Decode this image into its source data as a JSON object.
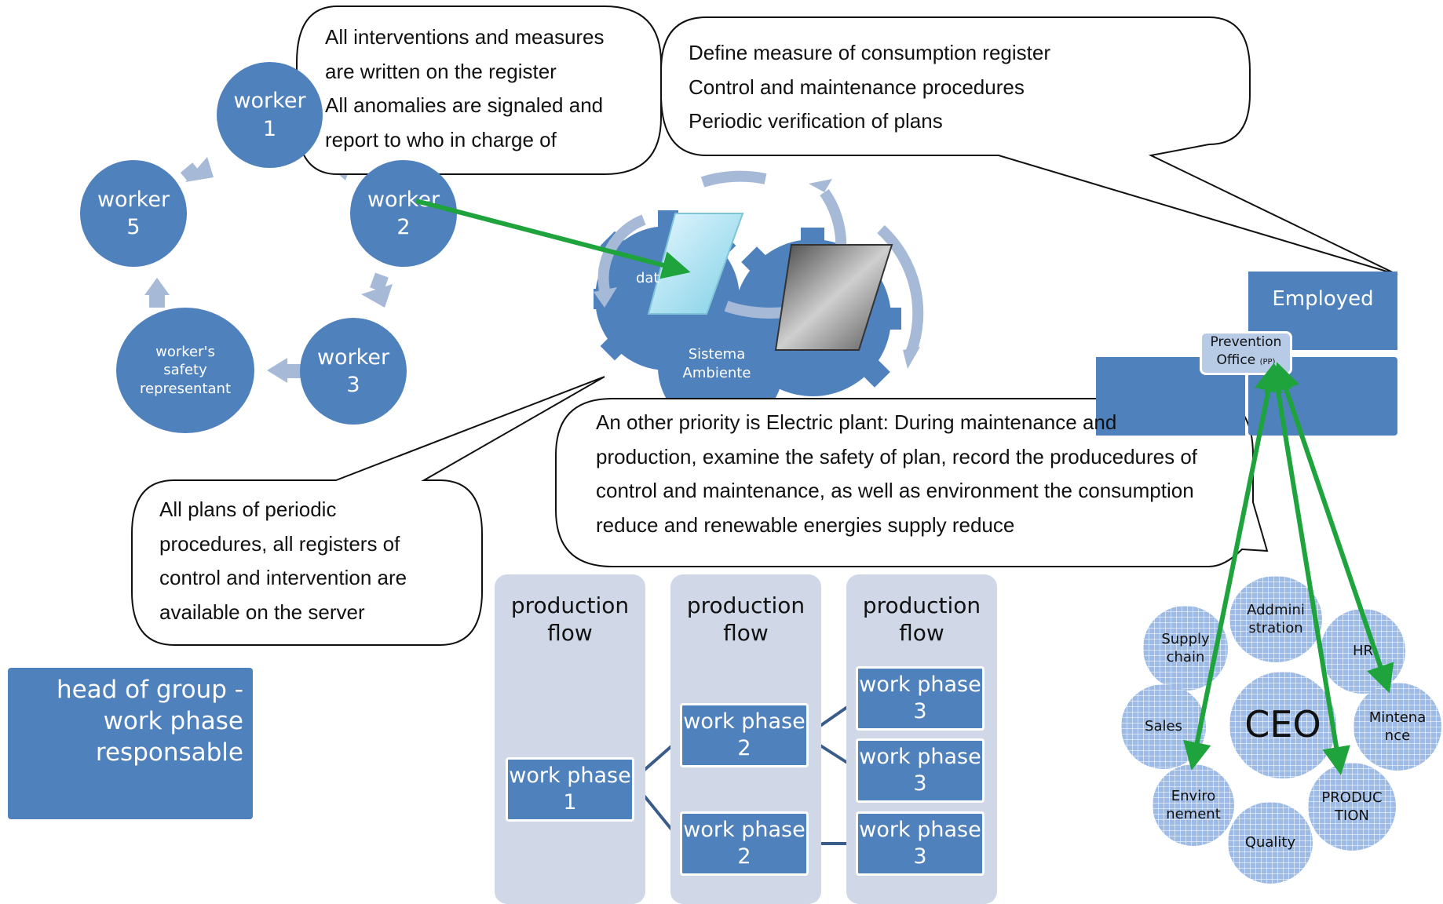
{
  "workers_cycle": {
    "worker1": "worker\n1",
    "worker2": "worker\n2",
    "worker3": "worker\n3",
    "worker5": "worker\n5",
    "representative": "worker's\nsafety\nrepresentant"
  },
  "callouts": {
    "register": "All interventions and measures\nare written on the register\nAll anomalies are signaled and\nreport to who in charge of",
    "consumption": "Define measure of consumption register\nControl and maintenance procedures\nPeriodic verification of plans",
    "plans": "All plans of periodic\nprocedures, all registers of\ncontrol and intervention are\navailable on the server",
    "electric": "An other priority is Electric plant: During maintenance and\nproduction, examine the safety of plan, record the producedures of\ncontrol and maintenance, as well as environment the consumption\nreduce and renewable energies supply reduce"
  },
  "gears": {
    "data_label": "dat",
    "system_label": "Sistema\nAmbiente"
  },
  "org": {
    "employed": "Employed",
    "prevention_office": "Prevention\nOffice",
    "prevention_office_abbr": "(PP)"
  },
  "head_of_group": "head of group -\nwork phase\nresponsable",
  "production_flow": {
    "columns": [
      "production\nflow",
      "production\nflow",
      "production\nflow"
    ],
    "phase1": "work phase\n1",
    "phase2a": "work phase\n2",
    "phase2b": "work phase\n2",
    "phase3a": "work phase\n3",
    "phase3b": "work phase\n3",
    "phase3c": "work phase\n3"
  },
  "departments": {
    "ceo": "CEO",
    "administration": "Addmini\nstration",
    "supply_chain": "Supply\nchain",
    "hr": "HR",
    "sales": "Sales",
    "maintenance": "Mintena\nnce",
    "environment": "Enviro\nnement",
    "production": "PRODUC\nTION",
    "quality": "Quality"
  },
  "colors": {
    "node_blue": "#4f81bd",
    "arrow_light": "#a6bad8",
    "flow_panel": "#d0d8e8",
    "highlight_arrow": "#1fa33c"
  }
}
